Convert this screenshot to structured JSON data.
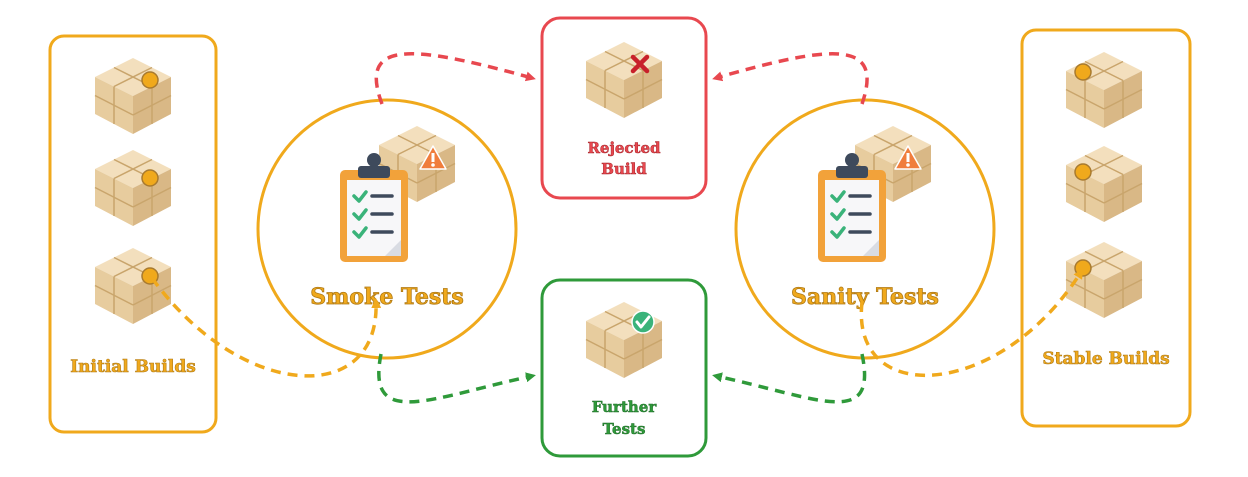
{
  "labels": {
    "initial_builds": "Initial Builds",
    "stable_builds": "Stable Builds",
    "smoke_tests": "Smoke Tests",
    "sanity_tests": "Sanity Tests",
    "rejected_line1": "Rejected",
    "rejected_line2": "Build",
    "further_line1": "Further",
    "further_line2": "Tests"
  },
  "colors": {
    "orange": "#f0a91c",
    "red": "#e8484f",
    "green": "#2f9a3a",
    "box_light": "#f3dfbd",
    "box_mid": "#e7cc9e",
    "box_dark": "#d6b580",
    "clipboard": "#f2a23a",
    "clip_metal": "#3e4a5c",
    "check": "#3ab37a",
    "warning": "#f07d3c"
  },
  "icons": {
    "build_box": "box-icon",
    "rejected_mark": "x-mark-icon",
    "passed_mark": "check-badge-icon",
    "warning": "warning-icon",
    "checklist": "clipboard-checklist-icon"
  }
}
